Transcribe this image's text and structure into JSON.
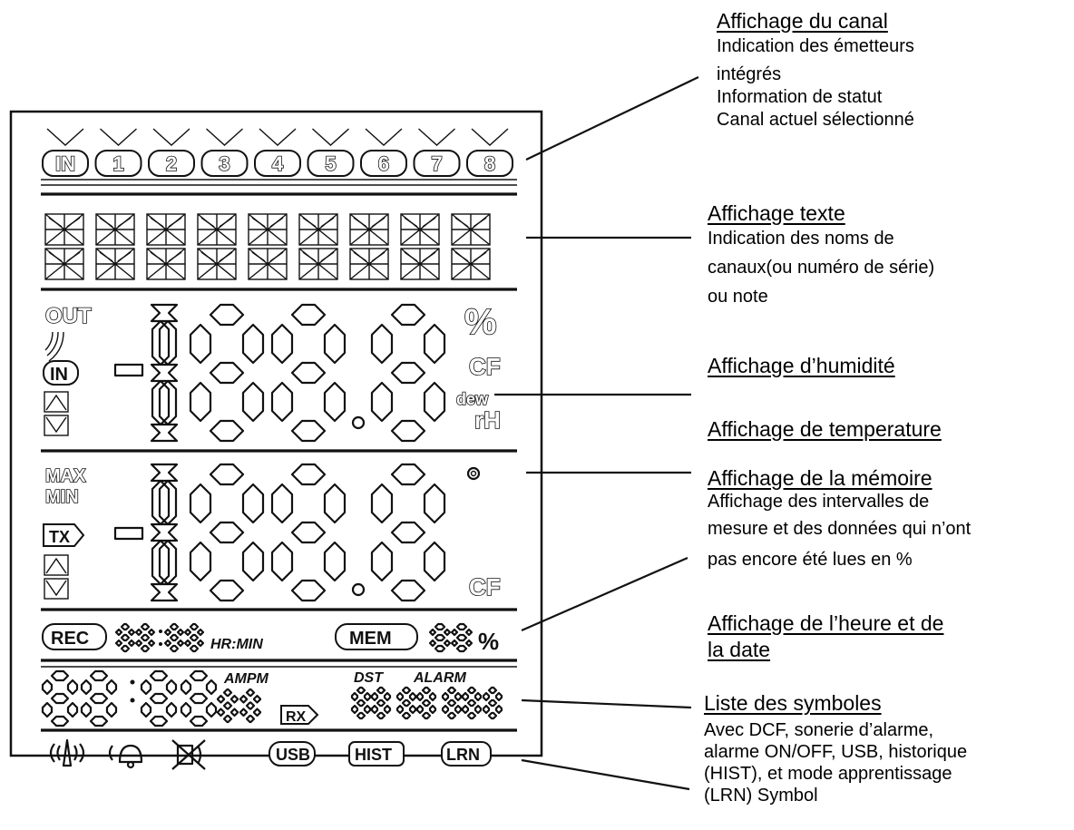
{
  "lcd": {
    "channels": [
      "IN",
      "1",
      "2",
      "3",
      "4",
      "5",
      "6",
      "7",
      "8"
    ],
    "humidity_units": {
      "percent": "%",
      "cf": "CF",
      "dew": "dew",
      "rh": "rH"
    },
    "out_label": "OUT",
    "in_label": "IN",
    "max_label": "MAX",
    "min_label": "MIN",
    "tx_label": "TX",
    "temp_unit": "CF",
    "rec_label": "REC",
    "hr_min_label": "HR:MIN",
    "mem_label": "MEM",
    "mem_percent": "%",
    "ampm_label": "AMPM",
    "dst_label": "DST",
    "alarm_label": "ALARM",
    "rx_label": "RX",
    "symbols": {
      "usb": "USB",
      "hist": "HIST",
      "lrn": "LRN"
    }
  },
  "annotations": {
    "channel": {
      "title": "Affichage du canal",
      "lines": [
        "Indication des émetteurs",
        "intégrés",
        "Information de statut",
        "Canal actuel sélectionné"
      ]
    },
    "text": {
      "title": "Affichage texte",
      "lines": [
        "Indication des noms de",
        "canaux(ou numéro de série)",
        "ou note"
      ]
    },
    "humidity": {
      "title": "Affichage d’humidité"
    },
    "temperature": {
      "title": "Affichage  de temperature"
    },
    "memory": {
      "title": "Affichage  de la mémoire",
      "lines": [
        "Affichage des intervalles de",
        "mesure et des données qui n’ont",
        "pas encore été lues en %"
      ]
    },
    "time": {
      "title_lines": [
        "Affichage de l’heure et de",
        "la date"
      ]
    },
    "symbols": {
      "title": "Liste des symboles",
      "lines": [
        "Avec DCF, sonerie d’alarme,",
        "alarme ON/OFF, USB, historique",
        "(HIST), et mode apprentissage",
        "(LRN) Symbol"
      ]
    }
  }
}
